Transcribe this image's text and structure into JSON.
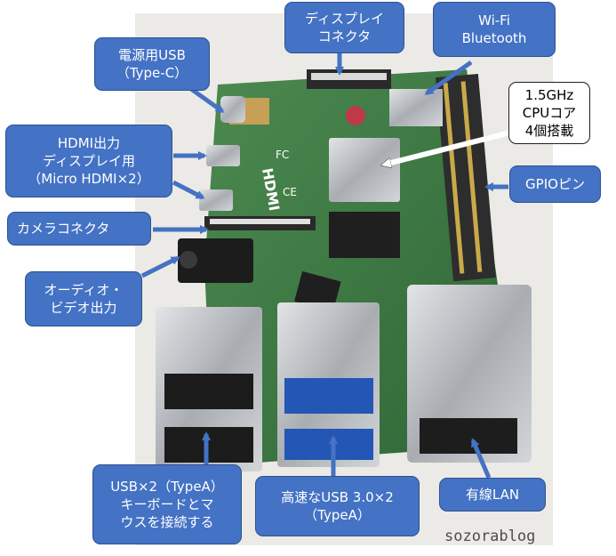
{
  "labels": {
    "power_usb": "電源用USB\n（Type-C）",
    "display_connector": "ディスプレイ\nコネクタ",
    "wifi": "Wi-Fi\nBluetooth",
    "cpu": "1.5GHz\nCPUコア\n4個搭載",
    "hdmi": "HDMI出力\nディスプレイ用\n（Micro HDMI×2）",
    "gpio": "GPIOピン",
    "camera": "カメラコネクタ",
    "audio_video": "オーディオ・\nビデオ出力",
    "usb2": "USB×2（TypeA）\nキーボードとマ\nウスを接続する",
    "usb3": "高速なUSB 3.0×2\n（TypeA）",
    "lan": "有線LAN"
  },
  "board_text": {
    "hdmi_logo": "HDMI",
    "fc_mark": "FC",
    "ce_mark": "CE"
  },
  "watermark": "sozorablog",
  "colors": {
    "label_fill": "#4472c4",
    "arrow": "#4472c4",
    "pcb": "#3f7a45"
  }
}
